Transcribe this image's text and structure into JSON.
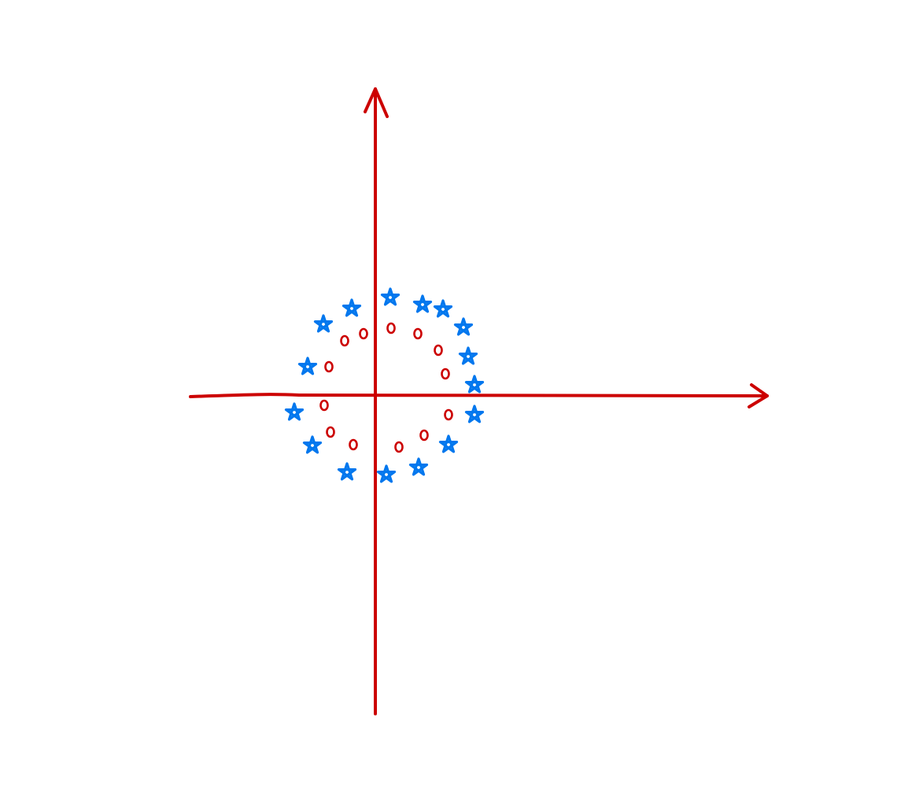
{
  "diagram": {
    "type": "scatter-sketch",
    "colors": {
      "axes": "#cc0000",
      "star_class": "#0077ee",
      "circle_class": "#cc0000",
      "background": "#ffffff"
    },
    "axes": {
      "horizontal": "x-axis-arrow",
      "vertical": "y-axis-arrow"
    },
    "classes": [
      {
        "marker": "star-icon",
        "ring": "outer"
      },
      {
        "marker": "circle-icon",
        "ring": "inner"
      }
    ]
  }
}
